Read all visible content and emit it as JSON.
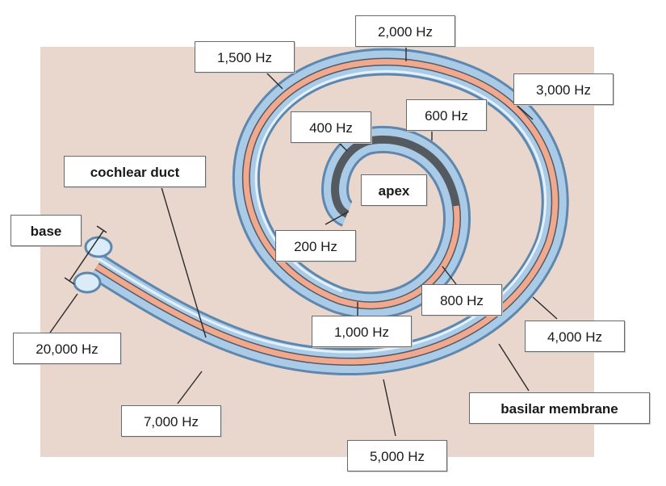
{
  "diagram": {
    "colors": {
      "background_panel": "#e9d6cc",
      "tube_outline": "#5f87ad",
      "tube_fill": "#a9cbe8",
      "tube_highlight": "#e3f1fb",
      "membrane_salmon": "#f0a98f",
      "membrane_dark": "#555a60",
      "leader_line": "#2b2b2b"
    },
    "labels": {
      "hz_2000": "2,000 Hz",
      "hz_1500": "1,500 Hz",
      "hz_3000": "3,000 Hz",
      "hz_400": "400 Hz",
      "hz_600": "600 Hz",
      "cochlear_duct": "cochlear duct",
      "apex": "apex",
      "base": "base",
      "hz_200": "200 Hz",
      "hz_800": "800 Hz",
      "hz_1000": "1,000 Hz",
      "hz_4000": "4,000 Hz",
      "hz_20000": "20,000 Hz",
      "basilar_membrane": "basilar membrane",
      "hz_7000": "7,000 Hz",
      "hz_5000": "5,000 Hz"
    }
  }
}
